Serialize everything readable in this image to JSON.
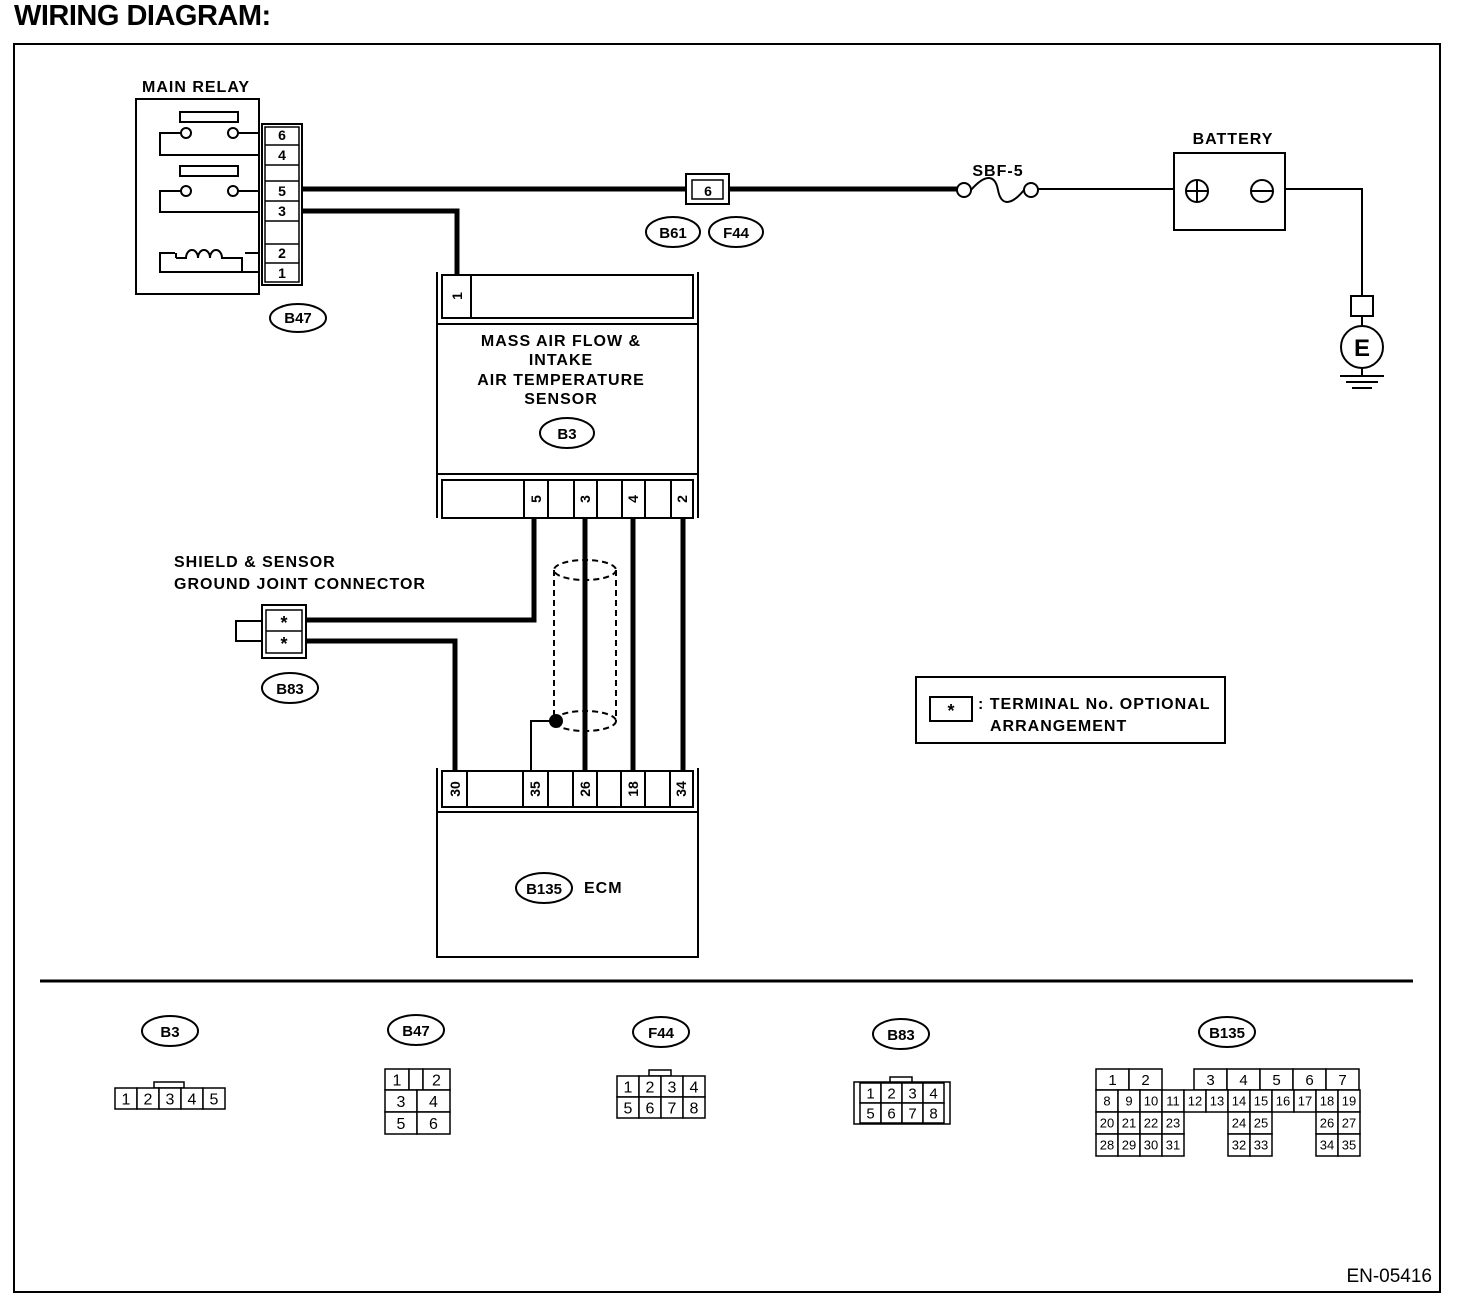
{
  "title": "WIRING DIAGRAM:",
  "doc_id": "EN-05416",
  "components": {
    "main_relay": {
      "label": "MAIN RELAY",
      "connector": "B47",
      "pins": [
        "6",
        "4",
        "5",
        "3",
        "2",
        "1"
      ]
    },
    "maf_sensor": {
      "label_lines": [
        "MASS AIR FLOW &",
        "INTAKE",
        "AIR TEMPERATURE",
        "SENSOR"
      ],
      "connector": "B3",
      "top_pin": "1",
      "bottom_pins": [
        "5",
        "3",
        "4",
        "2"
      ]
    },
    "joint_connector": {
      "label_lines": [
        "SHIELD & SENSOR",
        "GROUND JOINT CONNECTOR"
      ],
      "connector": "B83",
      "pins": [
        "*",
        "*"
      ]
    },
    "ecm": {
      "label": "ECM",
      "connector": "B135",
      "pins": [
        "30",
        "35",
        "26",
        "18",
        "34"
      ]
    },
    "inline_connector": {
      "pin": "6",
      "ids": [
        "B61",
        "F44"
      ]
    },
    "fuse": {
      "label": "SBF-5"
    },
    "battery": {
      "label": "BATTERY"
    },
    "ground": {
      "label": "E"
    }
  },
  "legend": {
    "symbol": "*",
    "lines": [
      ": TERMINAL No. OPTIONAL",
      "ARRANGEMENT"
    ]
  },
  "connector_views": {
    "B3": {
      "id": "B3",
      "pins": [
        "1",
        "2",
        "3",
        "4",
        "5"
      ]
    },
    "B47": {
      "id": "B47",
      "pins": [
        "1",
        "2",
        "3",
        "4",
        "5",
        "6"
      ]
    },
    "F44": {
      "id": "F44",
      "pins": [
        "1",
        "2",
        "3",
        "4",
        "5",
        "6",
        "7",
        "8"
      ]
    },
    "B83": {
      "id": "B83",
      "pins": [
        "1",
        "2",
        "3",
        "4",
        "5",
        "6",
        "7",
        "8"
      ]
    },
    "B135": {
      "id": "B135",
      "pins": [
        "1",
        "2",
        "3",
        "4",
        "5",
        "6",
        "7",
        "8",
        "9",
        "10",
        "11",
        "12",
        "13",
        "14",
        "15",
        "16",
        "17",
        "18",
        "19",
        "20",
        "21",
        "22",
        "23",
        "24",
        "25",
        "26",
        "27",
        "28",
        "29",
        "30",
        "31",
        "32",
        "33",
        "34",
        "35"
      ]
    }
  }
}
